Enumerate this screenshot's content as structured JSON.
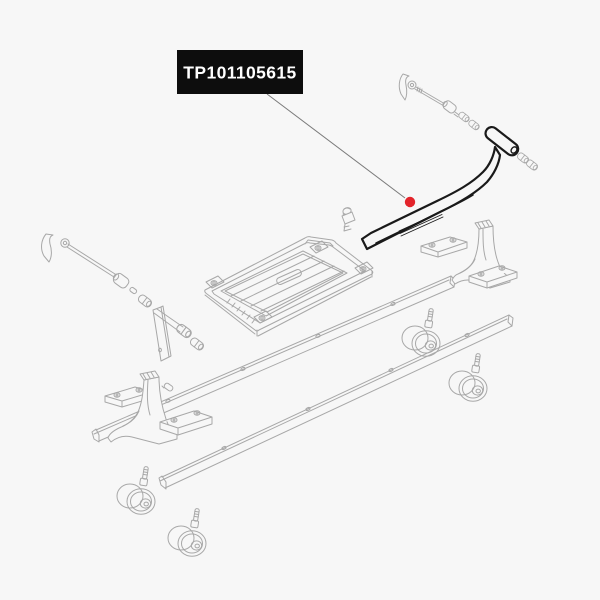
{
  "label": {
    "part_number": "TP101105615"
  },
  "colors": {
    "background": "#f7f7f7",
    "diagram_line": "#a8a8a8",
    "highlight_line": "#1a1a1a",
    "leader_line": "#7a7a7a",
    "marker_red": "#e3242b",
    "label_background": "#0d0d0d",
    "label_text": "#ffffff"
  },
  "diagram": {
    "type": "exploded-parts-diagram",
    "highlighted_part": "t-handle-support-arm",
    "visible_parts": [
      "t-handle-support-arm",
      "quick-release-skewer-left",
      "quick-release-skewer-right",
      "spacer-bushings",
      "wheel-holder-bracket",
      "cable-clip",
      "bike-tray-platform",
      "left-end-support",
      "right-end-support",
      "rear-rail",
      "front-rail",
      "caster-wheels"
    ]
  }
}
